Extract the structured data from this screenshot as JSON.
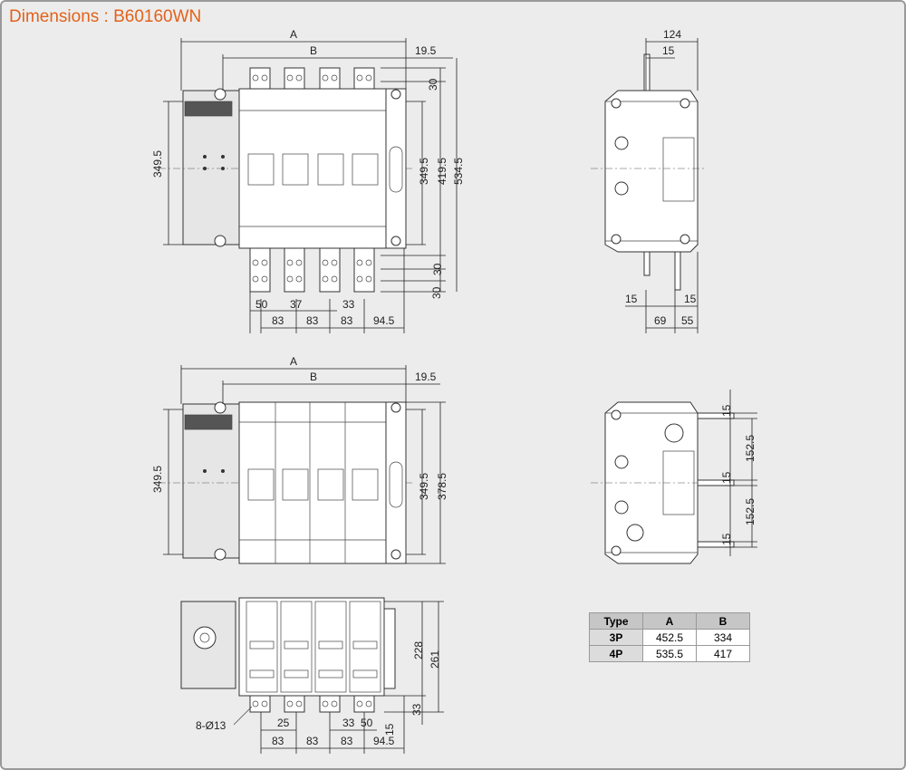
{
  "title": "Dimensions : B60160WN",
  "views": {
    "front_top": {
      "top": [
        "A",
        "B",
        "19.5",
        "30"
      ],
      "left": "349.5",
      "right": [
        "349.5",
        "419.5",
        "534.5",
        "30",
        "30"
      ],
      "bottom_row1": [
        "50",
        "37",
        "33"
      ],
      "bottom_row2": [
        "83",
        "83",
        "83",
        "94.5"
      ]
    },
    "side_top": {
      "top": [
        "124",
        "15"
      ],
      "bottom_row1": [
        "15",
        "15"
      ],
      "bottom_row2": [
        "69",
        "55"
      ]
    },
    "front_mid": {
      "top": [
        "A",
        "B",
        "19.5"
      ],
      "left": "349.5",
      "right": [
        "349.5",
        "378.5"
      ]
    },
    "side_mid": {
      "right": [
        "15",
        "152.5",
        "15",
        "152.5",
        "15"
      ]
    },
    "plan_bottom": {
      "right": [
        "228",
        "261",
        "33",
        "15"
      ],
      "bottom_row1": [
        "25",
        "33",
        "50"
      ],
      "bottom_row2": [
        "83",
        "83",
        "83",
        "94.5"
      ],
      "hole_label": "8-Ø13"
    }
  },
  "table": {
    "headers": [
      "Type",
      "A",
      "B"
    ],
    "rows": [
      [
        "3P",
        "452.5",
        "334"
      ],
      [
        "4P",
        "535.5",
        "417"
      ]
    ]
  }
}
